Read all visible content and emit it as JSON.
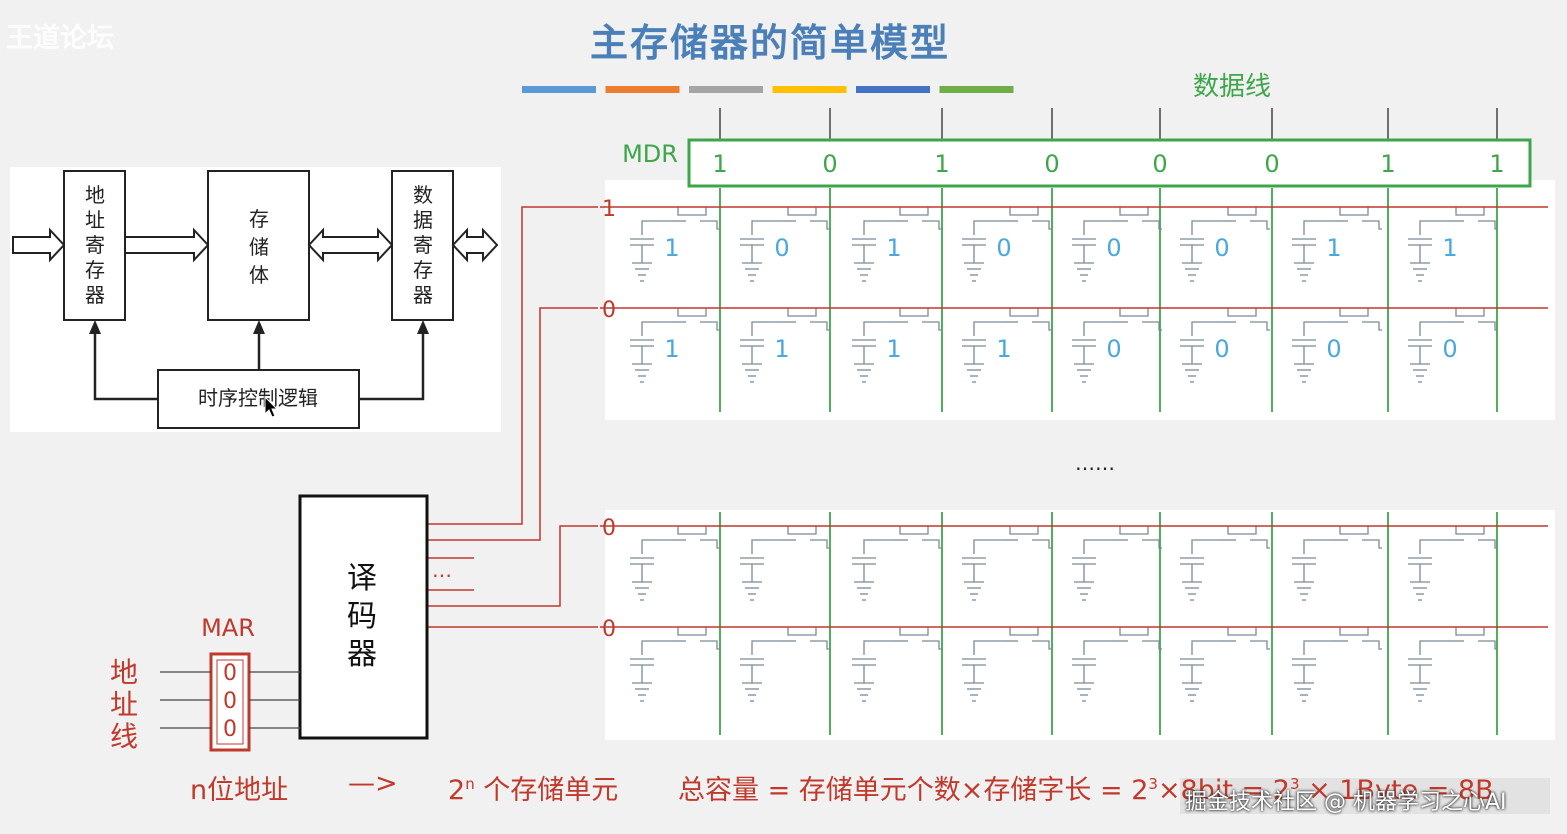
{
  "watermark": {
    "top_left": "王道论坛",
    "bottom_right": "掘金技术社区 @ 机器学习之心AI"
  },
  "title": "主存储器的简单模型",
  "color_bar": [
    "#5b9bd5",
    "#ed7d31",
    "#a5a5a5",
    "#ffc000",
    "#4472c4",
    "#70ad47"
  ],
  "block_diagram": {
    "address_register": "地址寄存器",
    "storage_body": "存储体",
    "data_register": "数据寄存器",
    "timing_control": "时序控制逻辑"
  },
  "data_bus_label": "数据线",
  "mdr": {
    "label": "MDR",
    "bits": [
      "1",
      "0",
      "1",
      "0",
      "0",
      "0",
      "1",
      "1"
    ]
  },
  "rows": [
    {
      "select": "1",
      "bits": [
        "1",
        "0",
        "1",
        "0",
        "0",
        "0",
        "1",
        "1"
      ]
    },
    {
      "select": "0",
      "bits": [
        "1",
        "1",
        "1",
        "1",
        "0",
        "0",
        "0",
        "0"
      ]
    },
    {
      "select": "0",
      "bits": []
    },
    {
      "select": "0",
      "bits": []
    }
  ],
  "ellipsis_rows": "……",
  "decoder": {
    "label": "译码器",
    "ellipsis": "…"
  },
  "mar": {
    "label": "MAR",
    "bits": [
      "0",
      "0",
      "0"
    ],
    "address_lines_label": "地址线"
  },
  "footer": {
    "n_address": "n位地址",
    "arrow": "—>",
    "units_base": "2",
    "units_exp": "n",
    "units_text": " 个存储单元",
    "capacity_prefix": "总容量 = 存储单元个数×存储字长 = 2",
    "exp1": "3",
    "mid": "×8bit = 2",
    "exp2": "3",
    "suffix": " × 1Byte = 8B"
  }
}
